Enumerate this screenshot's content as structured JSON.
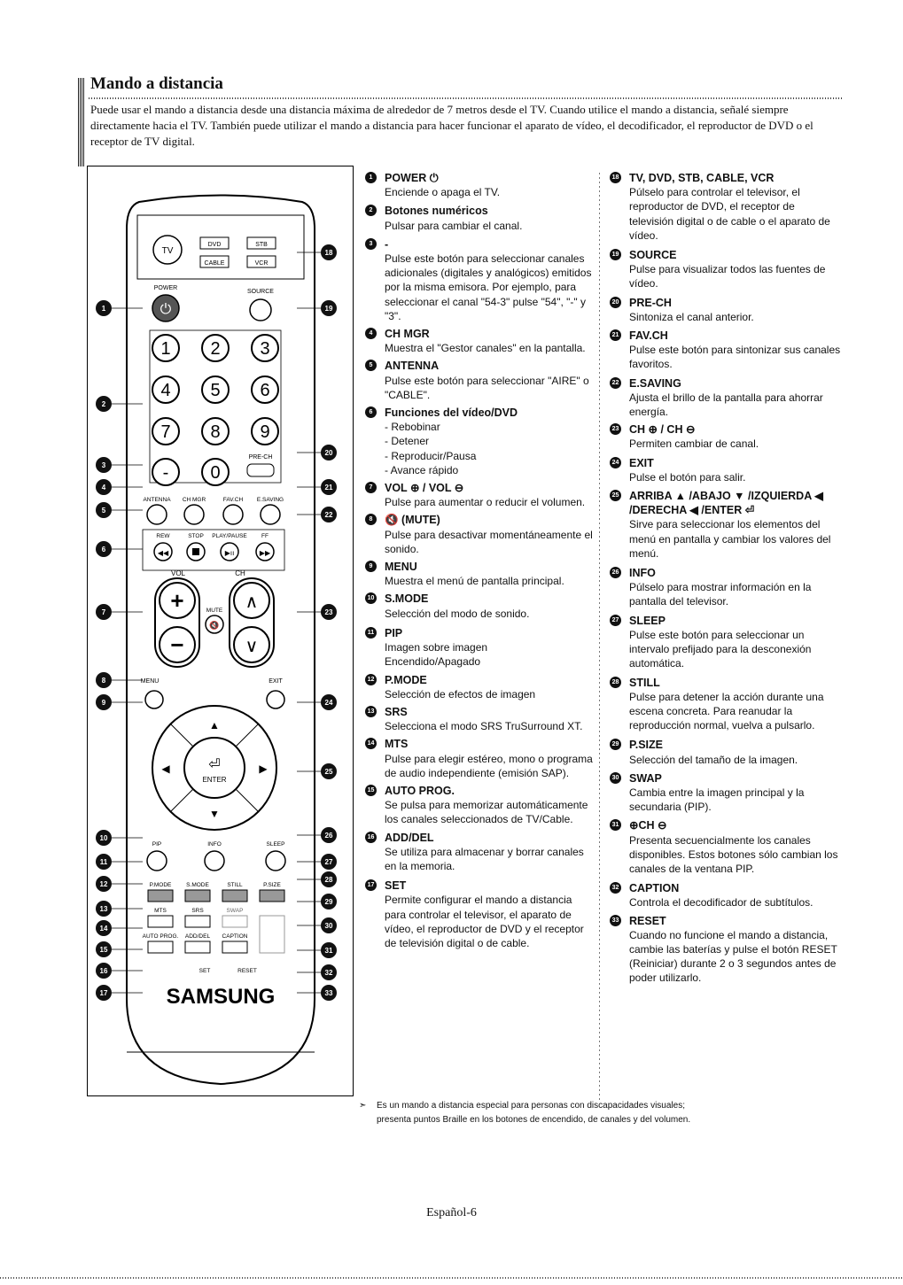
{
  "header": {
    "title": "Mando a distancia",
    "intro": "Puede usar el mando a distancia desde una distancia máxima de alrededor de 7 metros desde el TV. Cuando utilice el mando a distancia, señalé siempre directamente hacia el TV. También puede utilizar el mando a distancia para hacer funcionar el aparato de vídeo, el decodificador, el reproductor de DVD o el receptor de TV digital."
  },
  "remote": {
    "mode_tv": "TV",
    "mode_dvd": "DVD",
    "mode_stb": "STB",
    "mode_cable": "CABLE",
    "mode_vcr": "VCR",
    "power": "POWER",
    "source": "SOURCE",
    "digits": [
      "1",
      "2",
      "3",
      "4",
      "5",
      "6",
      "7",
      "8",
      "9",
      "0"
    ],
    "dash": "-",
    "prech": "PRE-CH",
    "antenna": "ANTENNA",
    "chmgr": "CH MGR",
    "favch": "FAV.CH",
    "esaving": "E.SAVING",
    "rew": "REW",
    "stop": "STOP",
    "playpause": "PLAY/PAUSE",
    "ff": "FF",
    "vol": "VOL",
    "ch": "CH",
    "mute": "MUTE",
    "menu": "MENU",
    "exit": "EXIT",
    "enter": "ENTER",
    "pip": "PIP",
    "info": "INFO",
    "sleep": "SLEEP",
    "pmode": "P.MODE",
    "smode": "S.MODE",
    "still": "STILL",
    "psize": "P.SIZE",
    "mts": "MTS",
    "srs": "SRS",
    "swap": "SWAP",
    "autoprog": "AUTO PROG.",
    "adddel": "ADD/DEL",
    "caption": "CAPTION",
    "set": "SET",
    "reset": "RESET",
    "brand": "SAMSUNG",
    "callouts": [
      "1",
      "2",
      "3",
      "4",
      "5",
      "6",
      "7",
      "8",
      "9",
      "10",
      "11",
      "12",
      "13",
      "14",
      "15",
      "16",
      "17",
      "18",
      "19",
      "20",
      "21",
      "22",
      "23",
      "24",
      "25",
      "26",
      "27",
      "28",
      "29",
      "30",
      "31",
      "32",
      "33"
    ]
  },
  "items_left": [
    {
      "num": "1",
      "name": "POWER ⏻",
      "desc": "Enciende o apaga el TV."
    },
    {
      "num": "2",
      "name": "Botones numéricos",
      "desc": "Pulsar para cambiar el canal."
    },
    {
      "num": "3",
      "name": "-",
      "desc": "Pulse este botón para seleccionar canales adicionales (digitales y analógicos) emitidos por la misma emisora. Por ejemplo, para seleccionar el canal \"54-3\" pulse \"54\", \"-\" y \"3\"."
    },
    {
      "num": "4",
      "name": "CH MGR",
      "desc": "Muestra el \"Gestor canales\" en la pantalla."
    },
    {
      "num": "5",
      "name": "ANTENNA",
      "desc": "Pulse este botón para seleccionar \"AIRE\" o \"CABLE\"."
    },
    {
      "num": "6",
      "name": "Funciones del vídeo/DVD",
      "desc": "- Rebobinar\n- Detener\n- Reproducir/Pausa\n- Avance rápido"
    },
    {
      "num": "7",
      "name": "VOL ⊕ / VOL ⊖",
      "desc": "Pulse para aumentar o reducir el volumen."
    },
    {
      "num": "8",
      "name": "🔇 (MUTE)",
      "desc": "Pulse para desactivar momentáneamente el sonido."
    },
    {
      "num": "9",
      "name": "MENU",
      "desc": "Muestra el menú de pantalla principal."
    },
    {
      "num": "10",
      "name": "S.MODE",
      "desc": "Selección del modo de sonido."
    },
    {
      "num": "11",
      "name": "PIP",
      "desc": "Imagen sobre imagen\nEncendido/Apagado"
    },
    {
      "num": "12",
      "name": "P.MODE",
      "desc": "Selección de efectos de imagen"
    },
    {
      "num": "13",
      "name": "SRS",
      "desc": "Selecciona el modo SRS TruSurround XT."
    },
    {
      "num": "14",
      "name": "MTS",
      "desc": "Pulse para elegir estéreo, mono o programa de audio independiente (emisión SAP)."
    },
    {
      "num": "15",
      "name": "AUTO PROG.",
      "desc": "Se pulsa para memorizar automáticamente los canales seleccionados de TV/Cable."
    },
    {
      "num": "16",
      "name": "ADD/DEL",
      "desc": "Se utiliza para almacenar y borrar canales en la memoria."
    },
    {
      "num": "17",
      "name": "SET",
      "desc": "Permite configurar el mando a distancia para controlar el televisor, el aparato de vídeo, el reproductor de DVD y el receptor de televisión digital o de cable."
    }
  ],
  "items_right": [
    {
      "num": "18",
      "name": "TV, DVD, STB, CABLE, VCR",
      "desc": "Púlselo para controlar el televisor, el reproductor de DVD, el receptor de televisión digital o de cable o el aparato de vídeo."
    },
    {
      "num": "19",
      "name": "SOURCE",
      "desc": "Pulse para visualizar todos las fuentes de vídeo."
    },
    {
      "num": "20",
      "name": "PRE-CH",
      "desc": "Sintoniza el canal anterior."
    },
    {
      "num": "21",
      "name": "FAV.CH",
      "desc": "Pulse este botón para sintonizar sus canales favoritos."
    },
    {
      "num": "22",
      "name": "E.SAVING",
      "desc": "Ajusta el brillo de la pantalla para ahorrar energía."
    },
    {
      "num": "23",
      "name": "CH ⊕ / CH ⊖",
      "desc": "Permiten cambiar de canal."
    },
    {
      "num": "24",
      "name": "EXIT",
      "desc": "Pulse el botón para salir."
    },
    {
      "num": "25",
      "name": "ARRIBA ▲ /ABAJO ▼ /IZQUIERDA ◀ /DERECHA ◀ /ENTER ⏎",
      "desc": "Sirve para seleccionar los elementos del menú en pantalla y cambiar los valores del menú."
    },
    {
      "num": "26",
      "name": "INFO",
      "desc": "Púlselo para mostrar información en la pantalla del televisor."
    },
    {
      "num": "27",
      "name": "SLEEP",
      "desc": "Pulse este botón para seleccionar un intervalo prefijado para la desconexión automática."
    },
    {
      "num": "28",
      "name": "STILL",
      "desc": "Pulse para detener la acción durante una escena concreta. Para reanudar la reproducción normal, vuelva a pulsarlo."
    },
    {
      "num": "29",
      "name": "P.SIZE",
      "desc": "Selección del tamaño de la imagen."
    },
    {
      "num": "30",
      "name": "SWAP",
      "desc": "Cambia entre la imagen principal y la secundaria (PIP)."
    },
    {
      "num": "31",
      "name": "⊕CH ⊖",
      "desc": "Presenta secuencialmente los canales disponibles. Estos botones sólo cambian los canales de la ventana PIP."
    },
    {
      "num": "32",
      "name": "CAPTION",
      "desc": "Controla el decodificador de subtítulos."
    },
    {
      "num": "33",
      "name": "RESET",
      "desc": "Cuando no funcione el mando a distancia, cambie las baterías y pulse el botón RESET (Reiniciar) durante 2 o 3 segundos antes de poder utilizarlo."
    }
  ],
  "note": {
    "arrow": "➣",
    "text": "Es un mando a distancia especial para personas con discapacidades visuales;\npresenta puntos Braille en los botones de encendido, de canales y del volumen."
  },
  "footer": "Español-6"
}
